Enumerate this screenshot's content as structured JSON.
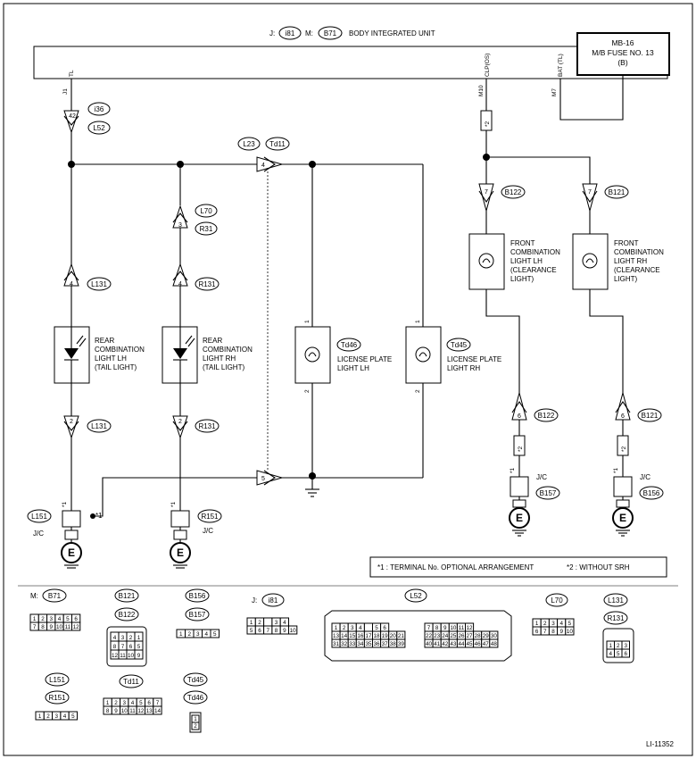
{
  "unit": {
    "j_prefix": "J:",
    "j_code": "i81",
    "m_prefix": "M:",
    "m_code": "B71",
    "name": "BODY INTEGRATED UNIT",
    "tl_label": "TL",
    "clpos_label": "CLP(OS)",
    "bat_label": "BAT (TL)",
    "j1_label": "J1",
    "m10_label": "M10",
    "m7_label": "M7"
  },
  "fuse": {
    "line1": "MB-16",
    "line2": "M/B FUSE NO. 13",
    "line3": "(B)"
  },
  "connectors": {
    "i36": "i36",
    "l52": "L52",
    "l23": "L23",
    "td11": "Td11",
    "l70": "L70",
    "r31": "R31",
    "l131": "L131",
    "r131": "R131",
    "b122": "B122",
    "b121": "B121",
    "td46": "Td46",
    "td45": "Td45",
    "l151": "L151",
    "r151": "R151",
    "b157": "B157",
    "b156": "B156"
  },
  "pins": {
    "p42": "42",
    "p4": "4",
    "p3": "3",
    "p2": "2",
    "p5": "5",
    "p7": "7",
    "p6": "6",
    "p1": "1"
  },
  "components": {
    "rear_lh": [
      "REAR",
      "COMBINATION",
      "LIGHT LH",
      "(TAIL LIGHT)"
    ],
    "rear_rh": [
      "REAR",
      "COMBINATION",
      "LIGHT RH",
      "(TAIL LIGHT)"
    ],
    "plate_lh": [
      "LICENSE PLATE",
      "LIGHT LH"
    ],
    "plate_rh": [
      "LICENSE PLATE",
      "LIGHT RH"
    ],
    "front_lh": [
      "FRONT",
      "COMBINATION",
      "LIGHT LH",
      "(CLEARANCE",
      "LIGHT)"
    ],
    "front_rh": [
      "FRONT",
      "COMBINATION",
      "LIGHT RH",
      "(CLEARANCE",
      "LIGHT)"
    ]
  },
  "marks": {
    "star1": "*1",
    "star2": "*2",
    "jc": "J/C",
    "ground": "E"
  },
  "notes": {
    "n1": "*1  : TERMINAL No. OPTIONAL ARRANGEMENT",
    "n2": "*2  : WITHOUT SRH"
  },
  "legend": {
    "m_b71": "M:",
    "b71": "B71",
    "b121": "B121",
    "b122": "B122",
    "b156": "B156",
    "b157": "B157",
    "j_i81": "J:",
    "i81": "i81",
    "l52": "L52",
    "l70": "L70",
    "l131": "L131",
    "r131": "R131",
    "l151": "L151",
    "r151": "R151",
    "td11": "Td11",
    "td45": "Td45",
    "td46": "Td46"
  },
  "grids": {
    "b71": [
      [
        "1",
        "2",
        "3",
        "4",
        "5",
        "6"
      ],
      [
        "7",
        "8",
        "9",
        "10",
        "11",
        "12"
      ]
    ],
    "b121": [
      [
        "4",
        "3",
        "2",
        "1"
      ],
      [
        "8",
        "7",
        "6",
        "5"
      ],
      [
        "12",
        "11",
        "10",
        "9"
      ]
    ],
    "b156": [
      [
        "1",
        "2",
        "3",
        "4",
        "5"
      ]
    ],
    "i81": [
      [
        "1",
        "2",
        "",
        "3",
        "4"
      ],
      [
        "5",
        "6",
        "7",
        "8",
        "9",
        "10"
      ]
    ],
    "l52_left": [
      [
        "1",
        "2",
        "3",
        "4",
        "",
        "5",
        "6"
      ],
      [
        "13",
        "14",
        "15",
        "16",
        "17",
        "18",
        "19",
        "20",
        "21"
      ],
      [
        "31",
        "32",
        "33",
        "34",
        "35",
        "36",
        "37",
        "38",
        "39"
      ]
    ],
    "l52_right": [
      [
        "7",
        "8",
        "9",
        "10",
        "11",
        "12"
      ],
      [
        "22",
        "23",
        "24",
        "25",
        "26",
        "27",
        "28",
        "29",
        "30"
      ],
      [
        "40",
        "41",
        "42",
        "43",
        "44",
        "45",
        "46",
        "47",
        "48"
      ]
    ],
    "l70": [
      [
        "1",
        "2",
        "3",
        "4",
        "5"
      ],
      [
        "6",
        "7",
        "8",
        "9",
        "10"
      ]
    ],
    "l131": [
      [
        "1",
        "2",
        "3"
      ],
      [
        "4",
        "5",
        "6"
      ]
    ],
    "l151": [
      [
        "1",
        "2",
        "3",
        "4",
        "5"
      ]
    ],
    "td11": [
      [
        "1",
        "2",
        "3",
        "4",
        "5",
        "6",
        "7"
      ],
      [
        "8",
        "9",
        "10",
        "11",
        "12",
        "13",
        "14"
      ]
    ],
    "td45": [
      [
        "1"
      ],
      [
        "2"
      ]
    ]
  },
  "figure_id": "LI-11352"
}
